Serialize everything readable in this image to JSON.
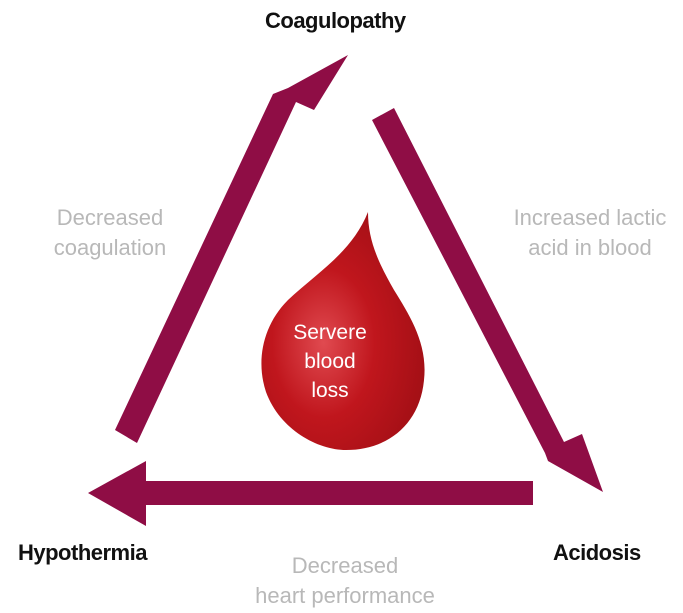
{
  "nodes": {
    "top": "Coagulopathy",
    "bottom_left": "Hypothermia",
    "bottom_right": "Acidosis"
  },
  "edges": {
    "left": [
      "Decreased",
      "coagulation"
    ],
    "right": [
      "Increased lactic",
      "acid in blood"
    ],
    "bottom": [
      "Decreased",
      "heart performance"
    ]
  },
  "center": {
    "lines": [
      "Servere",
      "blood",
      "loss"
    ]
  },
  "colors": {
    "arrow": "#8f0d45",
    "drop": "#c0161d",
    "drop_highlight": "#e8555a",
    "edge_text": "#b8b8b8",
    "node_text": "#111111"
  }
}
